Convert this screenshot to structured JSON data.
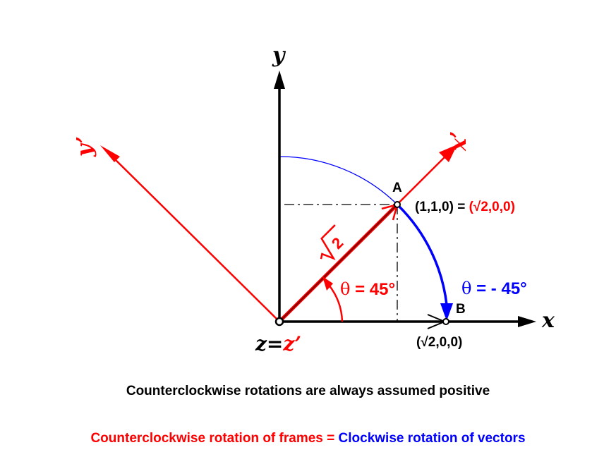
{
  "colors": {
    "black": "#000000",
    "red": "#ff0000",
    "blue": "#0000ff"
  },
  "labels": {
    "y_axis": "y",
    "x_axis": "x",
    "y_prime": "y’",
    "x_prime": "x’",
    "point_a": "A",
    "point_b": "B",
    "coord_a_left": "(1,1,0) = ",
    "coord_a_right": "(√2,0,0)",
    "coord_b": "(√2,0,0)",
    "sqrt_two": "2",
    "theta_pos_symbol": "θ",
    "theta_pos_value": " = 45°",
    "theta_neg_symbol": "θ",
    "theta_neg_value": " = - 45°",
    "z_label": "z=",
    "z_prime_label": "z’"
  },
  "captions": {
    "line1": "Counterclockwise rotations are always assumed positive",
    "line2_red": "Counterclockwise rotation of frames = ",
    "line2_blue": "Clockwise rotation of vectors"
  }
}
